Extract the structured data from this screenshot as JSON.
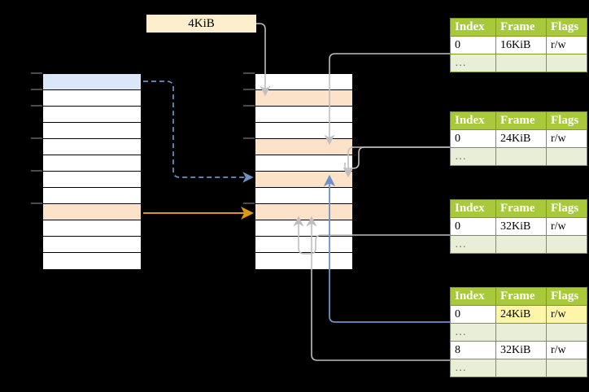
{
  "diagram": {
    "title_label": "4KiB",
    "background_color": "#000000",
    "accent_green": "#a7c93b",
    "accent_orange": "#dd9a08",
    "accent_blue": "#6d91c4",
    "highlight_yellow": "#fdf6a8",
    "peach": "#fde2ca",
    "light_blue": "#d9e7f9"
  },
  "columns": {
    "left": {
      "name": "virtual-address-space",
      "row_count": 12,
      "rows": [
        {
          "style": "blue"
        },
        {
          "style": "white"
        },
        {
          "style": "white"
        },
        {
          "style": "white"
        },
        {
          "style": "white"
        },
        {
          "style": "white"
        },
        {
          "style": "white"
        },
        {
          "style": "white"
        },
        {
          "style": "peach"
        },
        {
          "style": "white"
        },
        {
          "style": "white"
        },
        {
          "style": "white"
        }
      ]
    },
    "middle": {
      "name": "physical-memory",
      "row_count": 12,
      "rows": [
        {
          "style": "white"
        },
        {
          "style": "peach"
        },
        {
          "style": "white"
        },
        {
          "style": "white"
        },
        {
          "style": "peach"
        },
        {
          "style": "white"
        },
        {
          "style": "peach"
        },
        {
          "style": "white"
        },
        {
          "style": "peach"
        },
        {
          "style": "white"
        },
        {
          "style": "white"
        },
        {
          "style": "white"
        }
      ]
    }
  },
  "tables": [
    {
      "id": "page-table-0",
      "headers": [
        "Index",
        "Frame",
        "Flags"
      ],
      "rows": [
        {
          "cells": [
            "0",
            "16KiB",
            "r/w"
          ],
          "style": "normal",
          "highlight": [
            false,
            false,
            false
          ]
        },
        {
          "cells": [
            "…",
            "",
            ""
          ],
          "style": "alt",
          "highlight": [
            false,
            false,
            false
          ]
        }
      ]
    },
    {
      "id": "page-table-1",
      "headers": [
        "Index",
        "Frame",
        "Flags"
      ],
      "rows": [
        {
          "cells": [
            "0",
            "24KiB",
            "r/w"
          ],
          "style": "normal",
          "highlight": [
            false,
            false,
            false
          ]
        },
        {
          "cells": [
            "…",
            "",
            ""
          ],
          "style": "alt",
          "highlight": [
            false,
            false,
            false
          ]
        }
      ]
    },
    {
      "id": "page-table-2",
      "headers": [
        "Index",
        "Frame",
        "Flags"
      ],
      "rows": [
        {
          "cells": [
            "0",
            "32KiB",
            "r/w"
          ],
          "style": "normal",
          "highlight": [
            false,
            false,
            false
          ]
        },
        {
          "cells": [
            "…",
            "",
            ""
          ],
          "style": "alt",
          "highlight": [
            false,
            false,
            false
          ]
        }
      ]
    },
    {
      "id": "page-table-3",
      "headers": [
        "Index",
        "Frame",
        "Flags"
      ],
      "rows": [
        {
          "cells": [
            "0",
            "24KiB",
            "r/w"
          ],
          "style": "normal",
          "highlight": [
            false,
            true,
            true
          ]
        },
        {
          "cells": [
            "…",
            "",
            ""
          ],
          "style": "alt",
          "highlight": [
            false,
            false,
            false
          ]
        },
        {
          "cells": [
            "8",
            "32KiB",
            "r/w"
          ],
          "style": "normal",
          "highlight": [
            false,
            false,
            false
          ]
        },
        {
          "cells": [
            "…",
            "",
            ""
          ],
          "style": "alt",
          "highlight": [
            false,
            false,
            false
          ]
        }
      ]
    }
  ]
}
